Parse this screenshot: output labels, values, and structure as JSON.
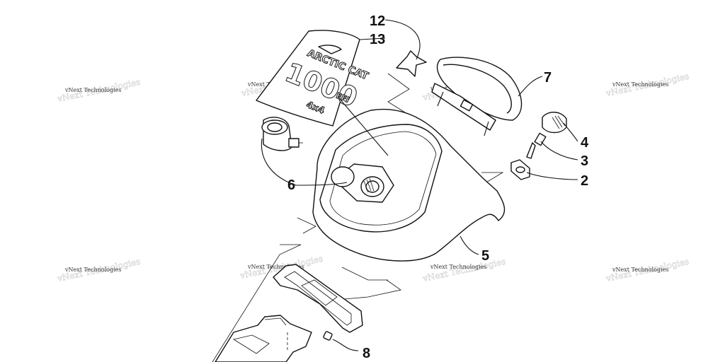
{
  "callouts": {
    "n2": "2",
    "n3": "3",
    "n4": "4",
    "n5": "5",
    "n6": "6",
    "n7": "7",
    "n8": "8",
    "n12": "12",
    "n13": "13"
  },
  "watermark": {
    "text": "vNext Technologies"
  },
  "decal": {
    "brand": "ARCTIC CAT",
    "model": "1000",
    "drive": "4x4",
    "efi": "EFI"
  }
}
